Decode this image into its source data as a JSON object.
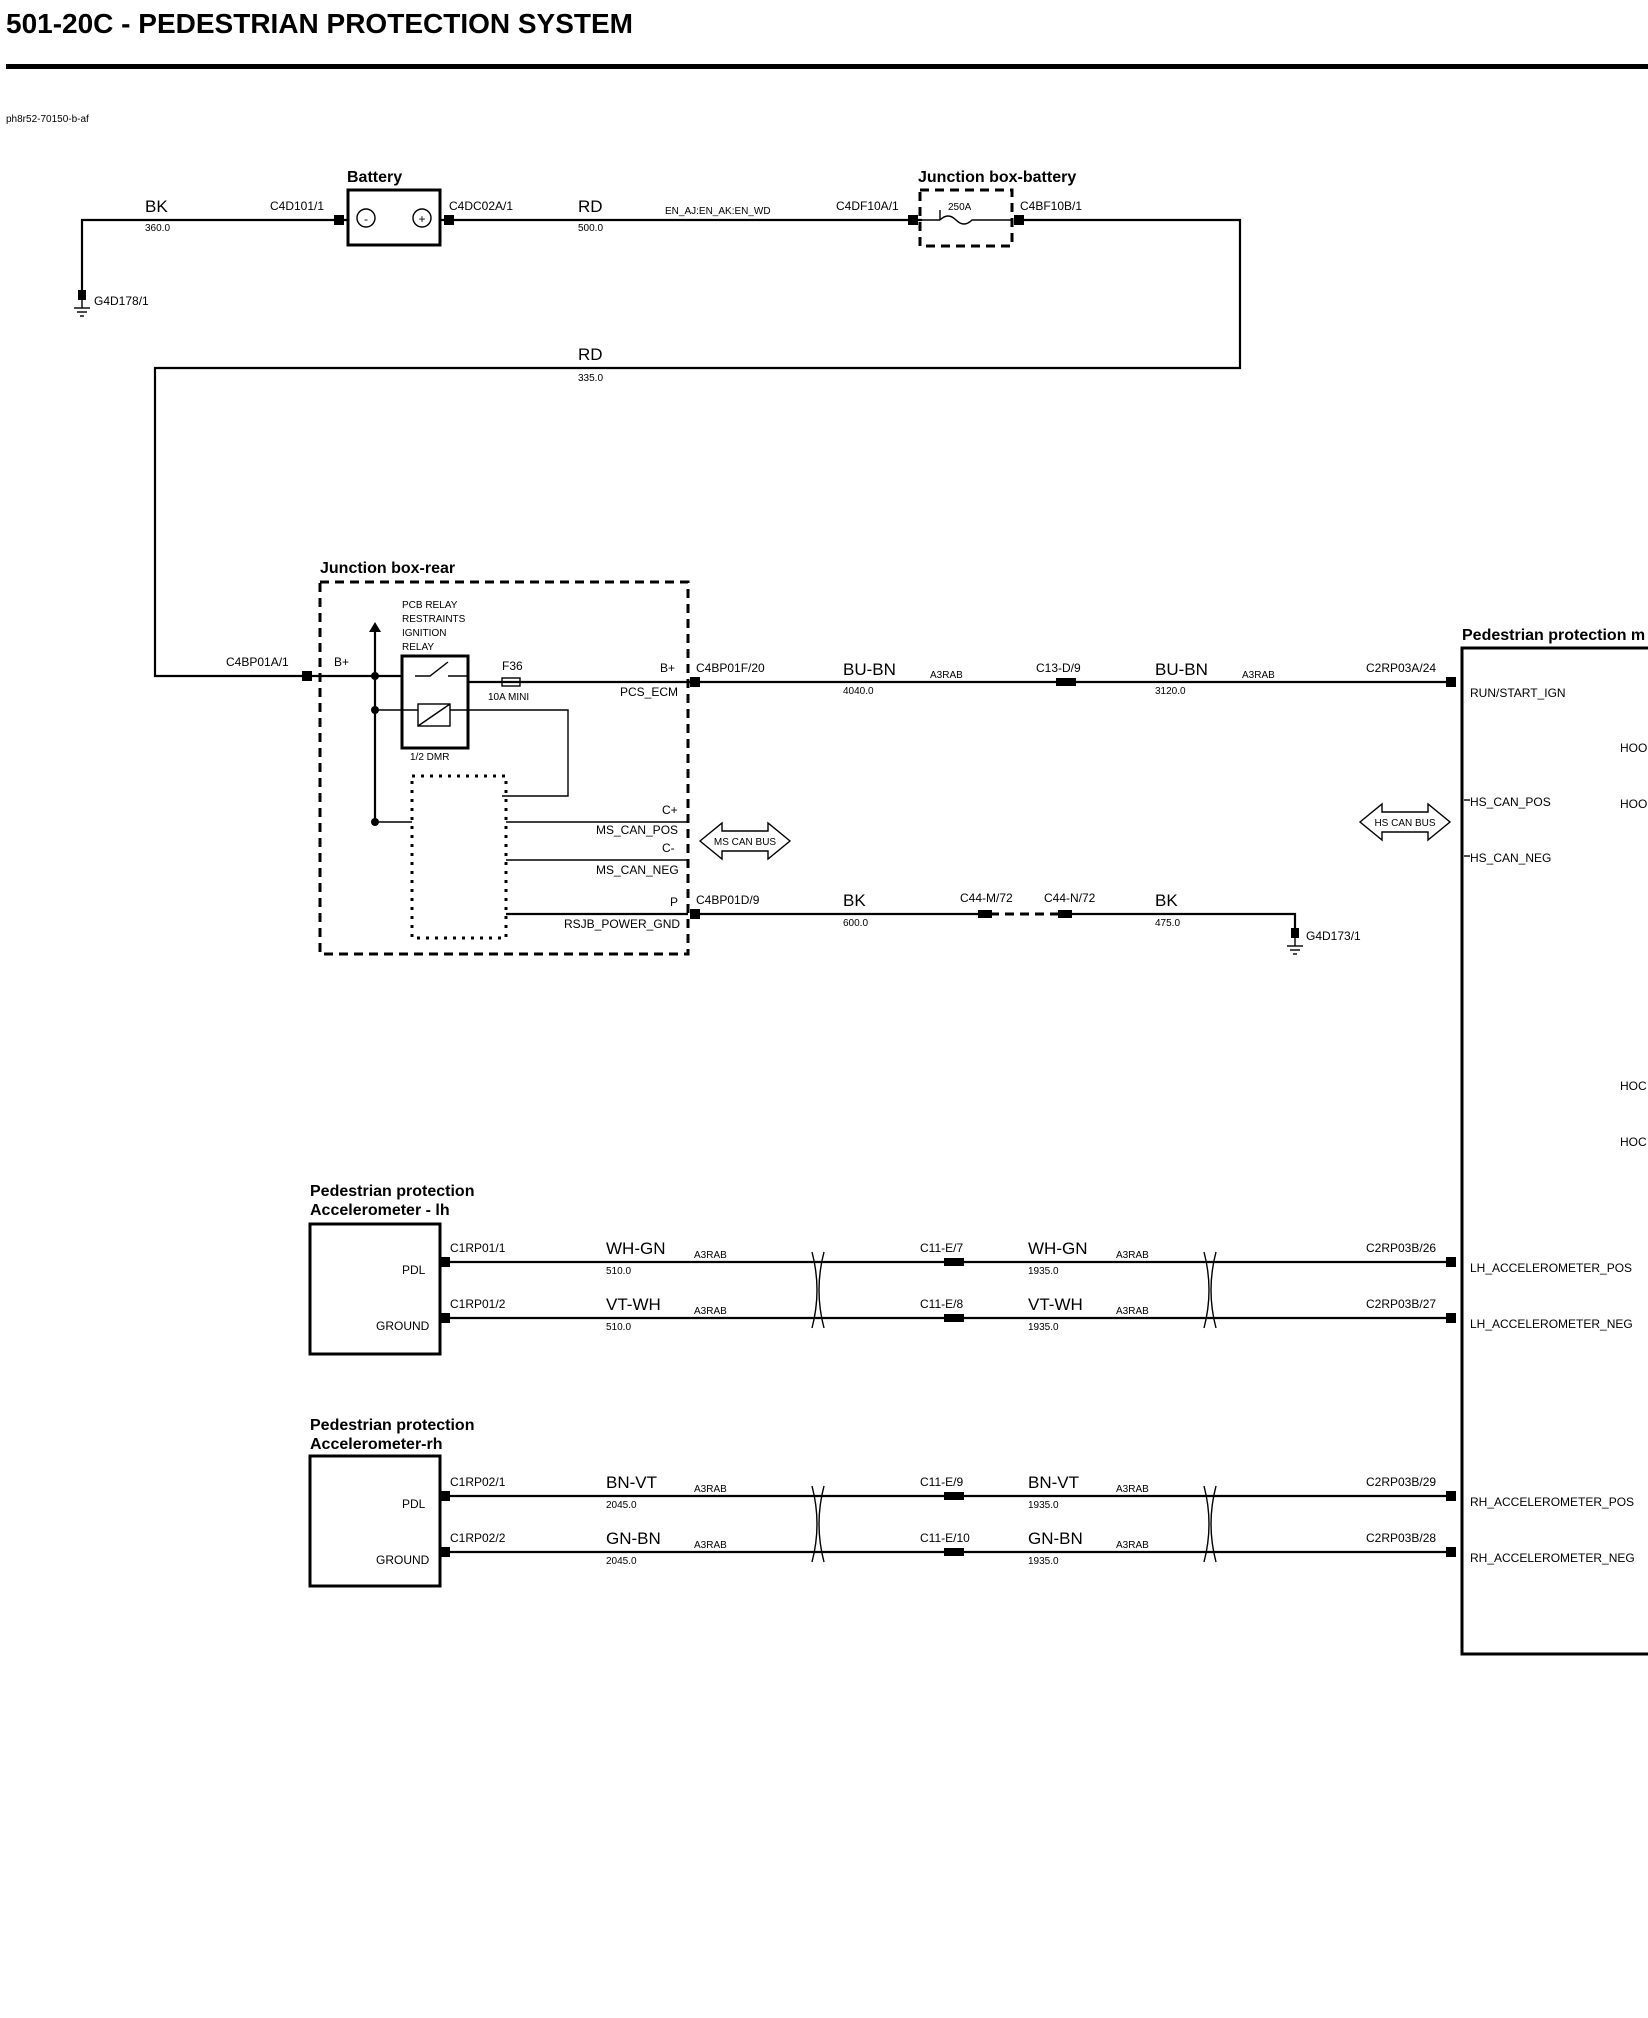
{
  "title": "501-20C - PEDESTRIAN PROTECTION SYSTEM",
  "figure_id": "ph8r52-70150-b-af",
  "components": {
    "battery": "Battery",
    "junction_battery": "Junction box-battery",
    "junction_rear": "Junction box-rear",
    "module": "Pedestrian protection m",
    "accel_lh_line1": "Pedestrian protection",
    "accel_lh_line2": "Accelerometer - lh",
    "accel_rh_line1": "Pedestrian protection",
    "accel_rh_line2": "Accelerometer-rh"
  },
  "relay": {
    "line1": "PCB RELAY",
    "line2": "RESTRAINTS",
    "line3": "IGNITION",
    "line4": "RELAY",
    "dmr": "1/2 DMR",
    "fuse_id": "F36",
    "fuse_rating": "10A MINI",
    "main_fuse": "250A"
  },
  "connectors": {
    "c4d101": "C4D101/1",
    "c4dc02a": "C4DC02A/1",
    "c4df10a": "C4DF10A/1",
    "c4bf10b": "C4BF10B/1",
    "g4d178": "G4D178/1",
    "c4bp01a": "C4BP01A/1",
    "c4bp01f": "C4BP01F/20",
    "c13d9": "C13-D/9",
    "c2rp03a24": "C2RP03A/24",
    "c4bp01d": "C4BP01D/9",
    "c44m72": "C44-M/72",
    "c44n72": "C44-N/72",
    "g4d173": "G4D173/1",
    "c1rp01_1": "C1RP01/1",
    "c1rp01_2": "C1RP01/2",
    "c11e7": "C11-E/7",
    "c11e8": "C11-E/8",
    "c2rp03b26": "C2RP03B/26",
    "c2rp03b27": "C2RP03B/27",
    "c1rp02_1": "C1RP02/1",
    "c1rp02_2": "C1RP02/2",
    "c11e9": "C11-E/9",
    "c11e10": "C11-E/10",
    "c2rp03b29": "C2RP03B/29",
    "c2rp03b28": "C2RP03B/28"
  },
  "wires": {
    "bk_batt": {
      "color": "BK",
      "size": "360.0"
    },
    "rd_batt": {
      "color": "RD",
      "size": "500.0"
    },
    "rd_feed": {
      "color": "RD",
      "size": "335.0"
    },
    "en_label": "EN_AJ:EN_AK:EN_WD",
    "ign_1": {
      "color": "BU-BN",
      "size": "4040.0",
      "harness": "A3RAB"
    },
    "ign_2": {
      "color": "BU-BN",
      "size": "3120.0",
      "harness": "A3RAB"
    },
    "gnd_1": {
      "color": "BK",
      "size": "600.0"
    },
    "gnd_2": {
      "color": "BK",
      "size": "475.0"
    },
    "lh_pos_1": {
      "color": "WH-GN",
      "size": "510.0",
      "harness": "A3RAB"
    },
    "lh_pos_2": {
      "color": "WH-GN",
      "size": "1935.0",
      "harness": "A3RAB"
    },
    "lh_neg_1": {
      "color": "VT-WH",
      "size": "510.0",
      "harness": "A3RAB"
    },
    "lh_neg_2": {
      "color": "VT-WH",
      "size": "1935.0",
      "harness": "A3RAB"
    },
    "rh_pos_1": {
      "color": "BN-VT",
      "size": "2045.0",
      "harness": "A3RAB"
    },
    "rh_pos_2": {
      "color": "BN-VT",
      "size": "1935.0",
      "harness": "A3RAB"
    },
    "rh_neg_1": {
      "color": "GN-BN",
      "size": "2045.0",
      "harness": "A3RAB"
    },
    "rh_neg_2": {
      "color": "GN-BN",
      "size": "1935.0",
      "harness": "A3RAB"
    }
  },
  "pins": {
    "bplus_in": "B+",
    "bplus_out": "B+",
    "pcs_ecm": "PCS_ECM",
    "cplus": "C+",
    "ms_can_pos": "MS_CAN_POS",
    "cminus": "C-",
    "ms_can_neg": "MS_CAN_NEG",
    "p": "P",
    "rsjb_power_gnd": "RSJB_POWER_GND",
    "run_start_ign": "RUN/START_IGN",
    "hs_can_pos": "HS_CAN_POS",
    "hs_can_neg": "HS_CAN_NEG",
    "lh_accel_pos": "LH_ACCELEROMETER_POS",
    "lh_accel_neg": "LH_ACCELEROMETER_NEG",
    "rh_accel_pos": "RH_ACCELEROMETER_POS",
    "rh_accel_neg": "RH_ACCELEROMETER_NEG",
    "pdl_lh": "PDL",
    "ground_lh": "GROUND",
    "pdl_rh": "PDL",
    "ground_rh": "GROUND"
  },
  "buses": {
    "ms_can": "MS CAN BUS",
    "hs_can": "HS CAN BUS"
  },
  "module_edge_labels": [
    "HOO",
    "HOO",
    "HOC",
    "HOC"
  ]
}
